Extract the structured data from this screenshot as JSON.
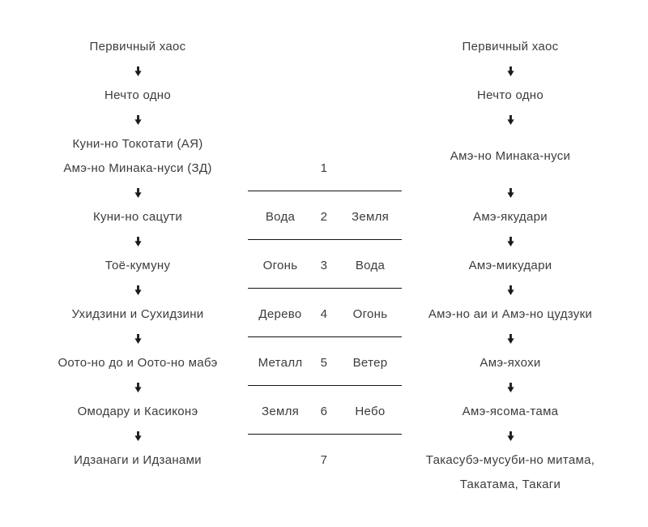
{
  "page": {
    "background_color": "#ffffff",
    "text_color": "#3c3c3c",
    "line_color": "#141414",
    "arrow_color": "#1a1a1a"
  },
  "left_chain": {
    "items": [
      {
        "lines": [
          "Первичный хаос"
        ]
      },
      {
        "lines": [
          "Нечто одно"
        ]
      },
      {
        "lines": [
          "Куни-но Токотати (АЯ)",
          "Амэ-но Минака-нуси (ЗД)"
        ]
      },
      {
        "lines": [
          "Куни-но сацути"
        ]
      },
      {
        "lines": [
          "Тоё-кумуну"
        ]
      },
      {
        "lines": [
          "Ухидзини и Сухидзини"
        ]
      },
      {
        "lines": [
          "Оото-но до и Оото-но мабэ"
        ]
      },
      {
        "lines": [
          "Омодару и Касиконэ"
        ]
      },
      {
        "lines": [
          "Идзанаги и Идзанами"
        ]
      }
    ]
  },
  "right_chain": {
    "items": [
      {
        "lines": [
          "Первичный хаос"
        ]
      },
      {
        "lines": [
          "Нечто одно"
        ]
      },
      {
        "lines": [
          "Амэ-но Минака-нуси"
        ],
        "row_span": 2
      },
      {
        "lines": [
          "Амэ-якудари"
        ]
      },
      {
        "lines": [
          "Амэ-микудари"
        ]
      },
      {
        "lines": [
          "Амэ-но аи и Амэ-но цудзуки"
        ]
      },
      {
        "lines": [
          "Амэ-яхохи"
        ]
      },
      {
        "lines": [
          "Амэ-ясома-тама"
        ]
      },
      {
        "lines": [
          "Такасубэ-мусуби-но митама,",
          "Такатама, Такаги"
        ]
      }
    ]
  },
  "center_table": {
    "rows": [
      {
        "left": "",
        "num": "1",
        "right": ""
      },
      {
        "left": "Вода",
        "num": "2",
        "right": "Земля"
      },
      {
        "left": "Огонь",
        "num": "3",
        "right": "Вода"
      },
      {
        "left": "Дерево",
        "num": "4",
        "right": "Огонь"
      },
      {
        "left": "Металл",
        "num": "5",
        "right": "Ветер"
      },
      {
        "left": "Земля",
        "num": "6",
        "right": "Небо"
      },
      {
        "left": "",
        "num": "7",
        "right": ""
      }
    ]
  }
}
